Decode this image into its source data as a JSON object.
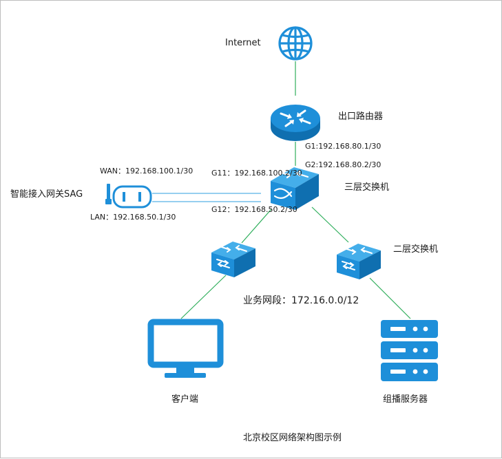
{
  "colors": {
    "device_blue": "#1E8FD9",
    "device_dark": "#0F6FB0",
    "device_light": "#44AEEA",
    "link_green": "#2EAE5B",
    "sag_line": "#2E9FE0"
  },
  "nodes": {
    "internet": {
      "label": "Internet",
      "icon": "globe-icon"
    },
    "router": {
      "label": "出口路由器",
      "icon": "router-icon"
    },
    "l3_switch": {
      "label": "三层交换机",
      "icon": "layer3-switch-icon"
    },
    "l2_switch": {
      "label": "二层交换机",
      "icon": "layer2-switch-icon"
    },
    "sag": {
      "label": "智能接入网关SAG",
      "icon": "sag-gateway-icon"
    },
    "client": {
      "label": "客户端",
      "icon": "monitor-icon"
    },
    "server": {
      "label": "组播服务器",
      "icon": "server-icon"
    }
  },
  "interfaces": {
    "router_g1": "G1:192.168.80.1/30",
    "l3_g2": "G2:192.168.80.2/30",
    "l3_g11": "G11：192.168.100.2/30",
    "l3_g12": "G12：192.168.50.2/30",
    "sag_wan": "WAN：192.168.100.1/30",
    "sag_lan": "LAN：192.168.50.1/30"
  },
  "segment": {
    "label": "业务网段：172.16.0.0/12"
  },
  "caption": "北京校区网络架构图示例"
}
